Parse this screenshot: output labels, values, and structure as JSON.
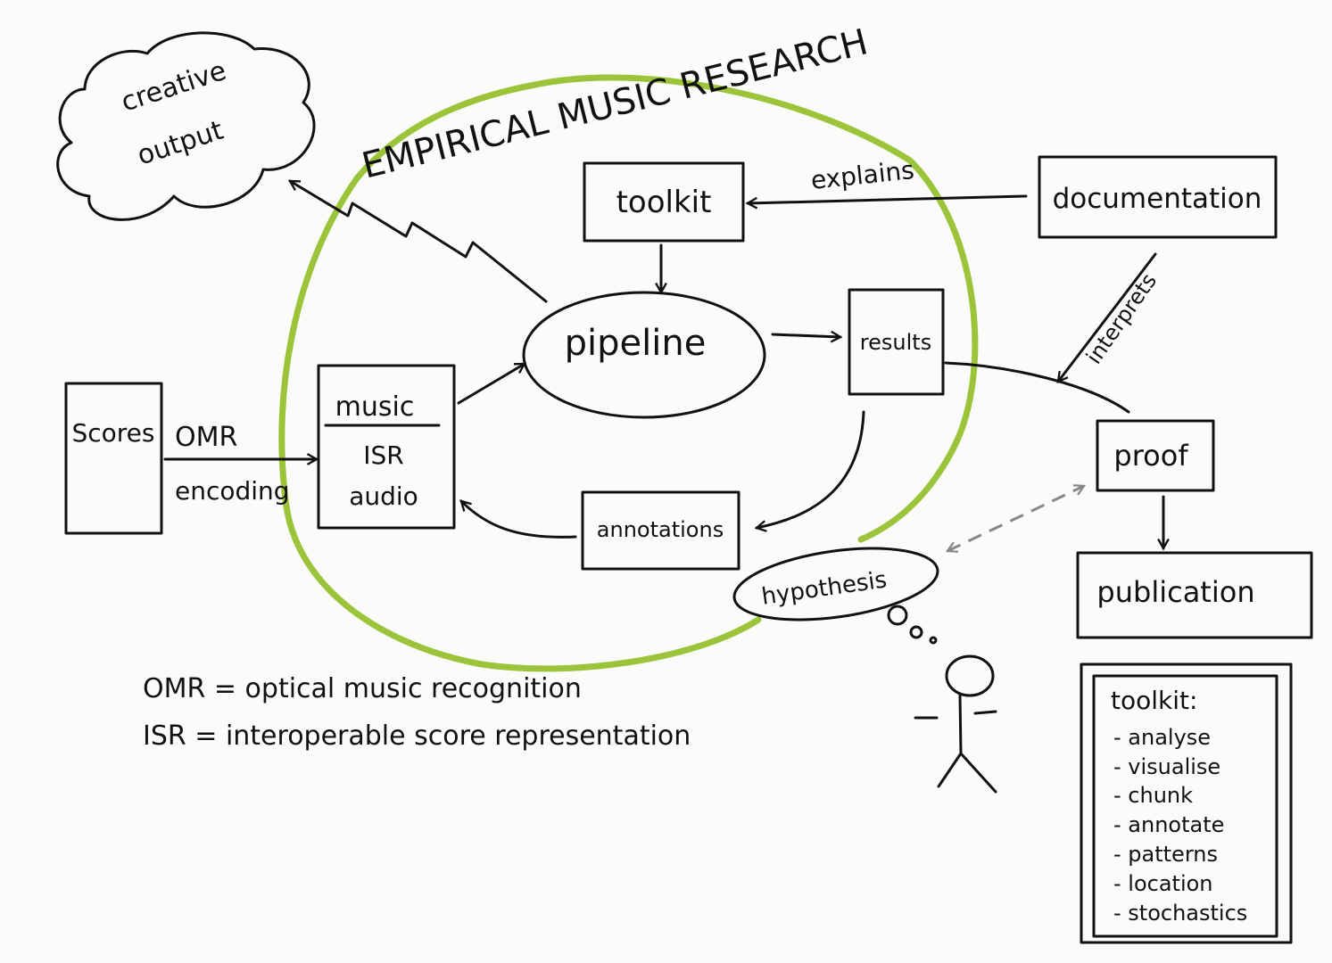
{
  "title": "EMPIRICAL MUSIC RESEARCH",
  "colors": {
    "ink": "#111111",
    "research_circle": "#9bc43a",
    "paper": "#fbfbfa",
    "dashed_arrow": "#888888"
  },
  "nodes": {
    "creative_output": {
      "line1": "creative",
      "line2": "output"
    },
    "toolkit": "toolkit",
    "documentation": "documentation",
    "pipeline": "pipeline",
    "results": "results",
    "scores": "Scores",
    "music": {
      "top": "music",
      "line2": "ISR",
      "line3": "audio"
    },
    "annotations": "annotations",
    "proof": "proof",
    "hypothesis": "hypothesis",
    "publication": "publication",
    "thought_bubbles": "O o ."
  },
  "edge_labels": {
    "explains": "explains",
    "interprets": "interprets",
    "omr": "OMR",
    "encoding": "encoding"
  },
  "legend": {
    "omr": "OMR = optical music recognition",
    "isr": "ISR = interoperable score representation"
  },
  "toolkit_list": {
    "heading": "toolkit:",
    "items": [
      "- analyse",
      "- visualise",
      "- chunk",
      "- annotate",
      "- patterns",
      "- location",
      "- stochastics"
    ]
  }
}
